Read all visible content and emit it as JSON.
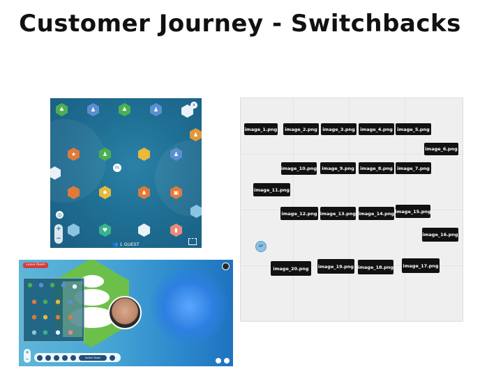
{
  "title": "Customer Journey - Switchbacks",
  "map": {
    "guest_count": "1 GUEST",
    "user_initials": "DL",
    "close_icon": "close-icon",
    "locate_icon": "target-icon",
    "zoom_in": "+",
    "zoom_out": "−",
    "expand_icon": "expand-icon",
    "hex_colors": {
      "green": "#4caf50",
      "blue": "#5b8fd0",
      "orange": "#e07a3a",
      "yellow": "#e8b93a",
      "teal": "#3a9a8a",
      "white": "#e9f2f6",
      "red": "#d85a5a",
      "lightblue": "#8cc3e0"
    }
  },
  "board": {
    "images": [
      "image_1.png",
      "image_2.png",
      "image_3.png",
      "image_4.png",
      "image_5.png",
      "image_6.png",
      "image_10.png",
      "image_9.png",
      "image_8.png",
      "image_7.png",
      "image_11.png",
      "image_12.png",
      "image_13.png",
      "image_14.png",
      "image_15.png",
      "image_16.png",
      "image_20.png",
      "image_19.png",
      "image_18.png",
      "image_17.png"
    ],
    "avatar": "AP"
  },
  "video": {
    "leave_label": "Leave Room",
    "zoom_in": "+",
    "zoom_out": "−",
    "toolbar_label": "Switch Room"
  }
}
